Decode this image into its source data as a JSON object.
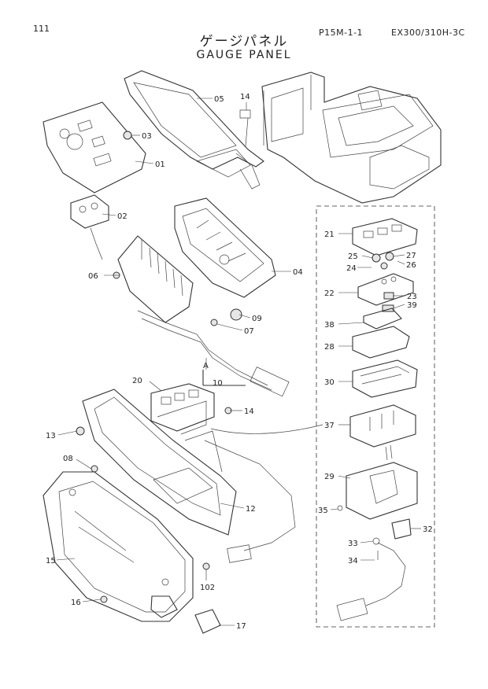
{
  "header": {
    "page_number": "111",
    "doc_code": "P15M-1-1",
    "model": "EX300/310H-3C",
    "title_jp": "ゲージパネル",
    "title_en": "GAUGE PANEL"
  },
  "callouts": [
    {
      "id": "c01",
      "label": "01"
    },
    {
      "id": "c02",
      "label": "02"
    },
    {
      "id": "c03",
      "label": "03"
    },
    {
      "id": "c04",
      "label": "04"
    },
    {
      "id": "c05",
      "label": "05"
    },
    {
      "id": "c06",
      "label": "06"
    },
    {
      "id": "c07",
      "label": "07"
    },
    {
      "id": "c08",
      "label": "08"
    },
    {
      "id": "c09",
      "label": "09"
    },
    {
      "id": "c10",
      "label": "10"
    },
    {
      "id": "c12",
      "label": "12"
    },
    {
      "id": "c13",
      "label": "13"
    },
    {
      "id": "c14a",
      "label": "14"
    },
    {
      "id": "c14b",
      "label": "14"
    },
    {
      "id": "c15",
      "label": "15"
    },
    {
      "id": "c16",
      "label": "16"
    },
    {
      "id": "c17",
      "label": "17"
    },
    {
      "id": "c20",
      "label": "20"
    },
    {
      "id": "c21",
      "label": "21"
    },
    {
      "id": "c22",
      "label": "22"
    },
    {
      "id": "c23",
      "label": "23"
    },
    {
      "id": "c24",
      "label": "24"
    },
    {
      "id": "c25",
      "label": "25"
    },
    {
      "id": "c26",
      "label": "26"
    },
    {
      "id": "c27",
      "label": "27"
    },
    {
      "id": "c28",
      "label": "28"
    },
    {
      "id": "c29",
      "label": "29"
    },
    {
      "id": "c30",
      "label": "30"
    },
    {
      "id": "c32",
      "label": "32"
    },
    {
      "id": "c33",
      "label": "33"
    },
    {
      "id": "c34",
      "label": "34"
    },
    {
      "id": "c35",
      "label": "35"
    },
    {
      "id": "c37",
      "label": "37"
    },
    {
      "id": "c38",
      "label": "38"
    },
    {
      "id": "c39",
      "label": "39"
    },
    {
      "id": "c102",
      "label": "102"
    },
    {
      "id": "cA",
      "label": "A"
    }
  ]
}
